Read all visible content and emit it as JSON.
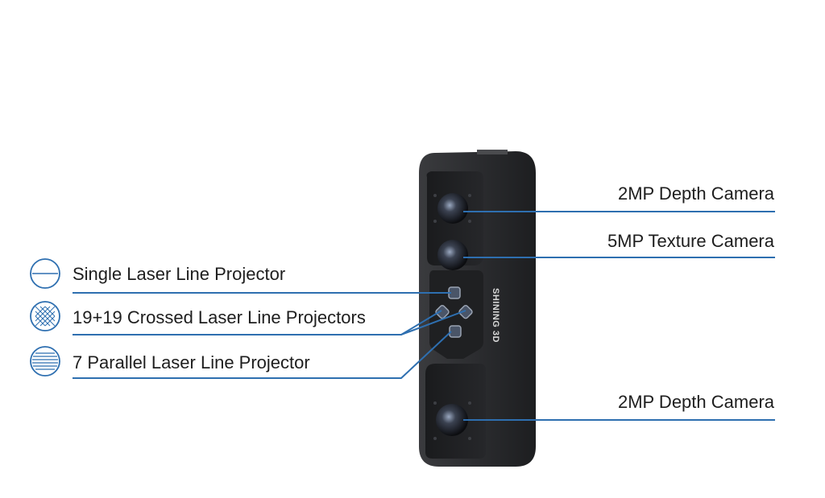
{
  "labels": {
    "depth_camera_top": "2MP Depth Camera",
    "texture_camera": "5MP Texture Camera",
    "depth_camera_bottom": "2MP Depth Camera",
    "single_laser": "Single Laser Line Projector",
    "crossed_laser": "19+19 Crossed Laser Line Projectors",
    "parallel_laser": "7 Parallel Laser Line Projector"
  },
  "device": {
    "brand": "SHINING 3D"
  },
  "colors": {
    "accent": "#2e6fb0",
    "device_body": "#2a2b2d",
    "device_face": "#1b1c1e",
    "text": "#1e1e1e"
  },
  "icons": {
    "single_laser": "single-line-circle-icon",
    "crossed_laser": "crosshatch-circle-icon",
    "parallel_laser": "parallel-lines-circle-icon"
  }
}
